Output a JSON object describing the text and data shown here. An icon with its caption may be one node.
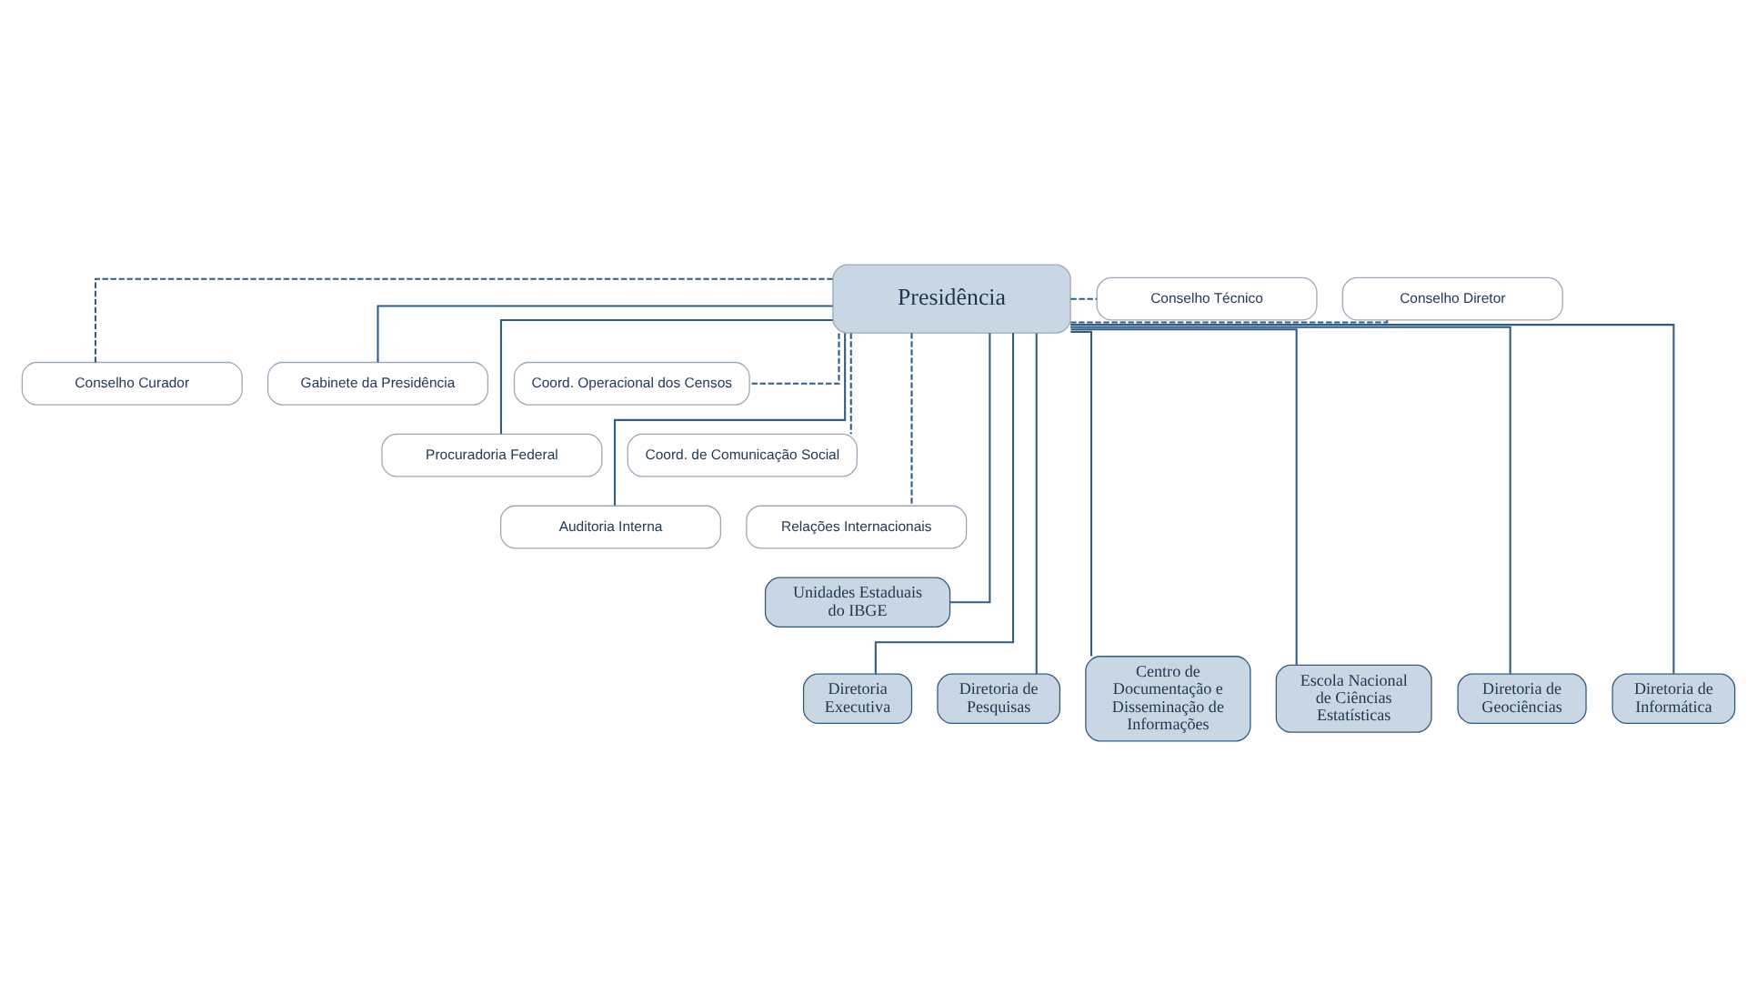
{
  "diagram": {
    "nodes": [
      {
        "text": [
          "Presidência"
        ]
      },
      {
        "text": [
          "Conselho Diretor"
        ]
      },
      {
        "text": [
          "Conselho Técnico"
        ]
      },
      {
        "text": [
          "Conselho Curador"
        ]
      },
      {
        "text": [
          "Gabinete da Presidência"
        ]
      },
      {
        "text": [
          "Coord. Operacional dos Censos"
        ]
      },
      {
        "text": [
          "Procuradoria Federal"
        ]
      },
      {
        "text": [
          "Coord. de Comunicação Social"
        ]
      },
      {
        "text": [
          "Auditoria Interna"
        ]
      },
      {
        "text": [
          "Relações Internacionais"
        ]
      },
      {
        "text": [
          "Unidades Estaduais do IBGE"
        ]
      },
      {
        "text": [
          "Diretoria Executiva"
        ]
      },
      {
        "text": [
          "Diretoria de Pesquisas"
        ]
      },
      {
        "text": [
          "Centro de Documentação e Disseminação de Informações"
        ]
      },
      {
        "text": [
          "Escola Nacional de Ciências Estatísticas"
        ]
      },
      {
        "text": [
          "Diretoria de Geociências"
        ]
      },
      {
        "text": [
          "Diretoria de Informática"
        ]
      }
    ],
    "edges": [
      {
        "from": 1,
        "to": 0,
        "arrow": "none",
        "style": "dashed"
      },
      {
        "from": 0,
        "to": 2,
        "arrow": "none",
        "style": "dashed"
      },
      {
        "from": 0,
        "to": 3,
        "arrow": "none",
        "style": "dashed"
      },
      {
        "from": 0,
        "to": 4,
        "arrow": "none"
      },
      {
        "from": 0,
        "to": 5,
        "arrow": "none",
        "style": "dashed"
      },
      {
        "from": 0,
        "to": 6,
        "arrow": "none"
      },
      {
        "from": 0,
        "to": 7,
        "arrow": "none",
        "style": "dashed"
      },
      {
        "from": 0,
        "to": 8,
        "arrow": "none"
      },
      {
        "from": 0,
        "to": 9,
        "arrow": "none",
        "style": "dashed"
      },
      {
        "from": 0,
        "to": 10,
        "arrow": "none"
      },
      {
        "from": 0,
        "to": 11,
        "arrow": "none"
      },
      {
        "from": 0,
        "to": 12,
        "arrow": "none"
      },
      {
        "from": 0,
        "to": 13,
        "arrow": "none"
      },
      {
        "from": 0,
        "to": 14,
        "arrow": "none"
      },
      {
        "from": 0,
        "to": 15,
        "arrow": "none"
      },
      {
        "from": 0,
        "to": 16,
        "arrow": "none"
      }
    ]
  }
}
